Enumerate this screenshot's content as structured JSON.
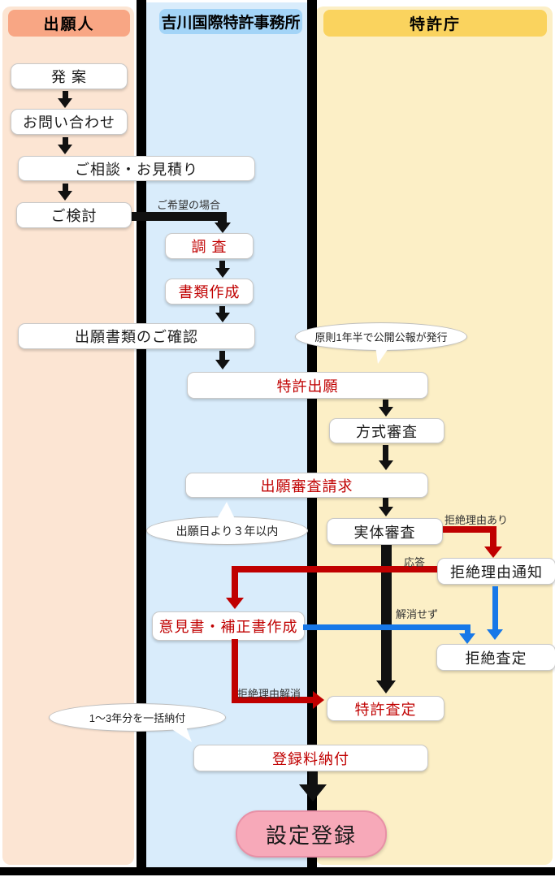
{
  "columns": {
    "applicant": {
      "header": "出願人"
    },
    "firm": {
      "header": "吉川国際特許事務所"
    },
    "patent_office": {
      "header": "特許庁"
    }
  },
  "nodes": {
    "idea": {
      "label": "発 案"
    },
    "inquiry": {
      "label": "お問い合わせ"
    },
    "consultation": {
      "label": "ご相談・お見積り"
    },
    "consideration": {
      "label": "ご検討"
    },
    "prior_art_search": {
      "label": "調 査"
    },
    "document_preparation": {
      "label": "書類作成"
    },
    "document_check": {
      "label": "出願書類のご確認"
    },
    "patent_filing": {
      "label": "特許出願"
    },
    "formality_examination": {
      "label": "方式審査"
    },
    "examination_request": {
      "label": "出願審査請求"
    },
    "substantive_examination": {
      "label": "実体審査"
    },
    "refusal_notice": {
      "label": "拒絶理由通知"
    },
    "opinion_amendment": {
      "label": "意見書・補正書作成"
    },
    "refusal_decision": {
      "label": "拒絶査定"
    },
    "grant_decision": {
      "label": "特許査定"
    },
    "registration_fee_payment": {
      "label": "登録料納付"
    },
    "registration": {
      "label": "設定登録"
    }
  },
  "edge_labels": {
    "if_desired": "ご希望の場合",
    "refusal_reason_exists": "拒絶理由あり",
    "response": "応答",
    "not_resolved": "解消せず",
    "refusal_reason_resolved": "拒絶理由解消"
  },
  "callouts": {
    "publication": "原則1年半で公開公報が発行",
    "request_deadline": "出願日より３年以内",
    "lump_sum_payment": "1～3年分を一括納付"
  },
  "colors": {
    "applicant_header_bg": "#F8A684",
    "applicant_column_bg": "#FCE5D3",
    "firm_header_bg": "#A3D4F7",
    "firm_column_bg": "#D9ECFB",
    "patent_office_header_bg": "#FAD35E",
    "patent_office_column_bg": "#FCEFC6",
    "flow_red": "#C00000",
    "flow_blue": "#1778E8",
    "registration_bg": "#F7A9B9"
  }
}
